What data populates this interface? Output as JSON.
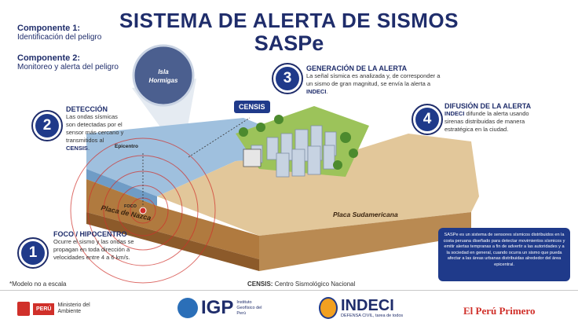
{
  "header": {
    "title": "SISTEMA DE ALERTA DE SISMOS",
    "subtitle": "SASPe"
  },
  "components": [
    {
      "heading": "Componente 1:",
      "text": "Identificación del peligro"
    },
    {
      "heading": "Componente 2:",
      "text": "Monitoreo y alerta del peligro"
    }
  ],
  "steps": {
    "s1": {
      "number": "1",
      "heading": "FOCO / HIPOCENTRO",
      "text": "Ocurre el sismo y las ondas se propagan en toda dirección a velocidades entre 4 a 6 km/s."
    },
    "s2": {
      "number": "2",
      "heading": "DETECCIÓN",
      "text_pre": "Las ondas sísmicas son detectadas por el sensor más cercano y transmitidos al ",
      "text_bold": "CENSIS",
      "text_post": "."
    },
    "s3": {
      "number": "3",
      "heading": "GENERACIÓN DE LA ALERTA",
      "text_pre": "La señal sísmica es analizada y, de corresponder a un sismo de gran magnitud, se envía la alerta a ",
      "text_bold": "INDECI",
      "text_post": "."
    },
    "s4": {
      "number": "4",
      "heading": "DIFUSIÓN DE LA ALERTA",
      "text_bold": "INDECI",
      "text_post": " difunde la alerta usando sirenas distribuidas de manera estratégica en la ciudad."
    }
  },
  "diagram_labels": {
    "island": "Isla Hormigas",
    "censis": "CENSIS",
    "epicentro": "Epicentro",
    "foco": "FOCO",
    "nazca": "Placa de Nazca",
    "sudamericana": "Placa Sudamericana"
  },
  "info_box": "SASPe es un sistema de sensores sísmicos distribuidos en la costa peruana diseñado para detectar movimientos sísmicos y emitir alertas tempranas a fin de advertir a las autoridades y a la sociedad en general, cuando ocurra un sismo que pueda afectar a las áreas urbanas distribuidas alrededor del área epicentral.",
  "notes": {
    "scale": "*Modelo no a escala",
    "censis_label": "CENSIS:",
    "censis_def": "Centro Sismológico Nacional"
  },
  "logos": {
    "peru": "PERÚ",
    "ministerio": "Ministerio del Ambiente",
    "igp": "IGP",
    "igp_sub": "Instituto Geofísico del Perú",
    "indeci": "INDECI",
    "indeci_sub": "DEFENSA CIVIL, tarea de todos",
    "elperu": "El Perú Primero"
  },
  "colors": {
    "navy": "#1f2d6b",
    "blue": "#1f3a8a",
    "sea": "#8fb4d6",
    "earth": "#c9a06d",
    "red": "#d0302a"
  }
}
